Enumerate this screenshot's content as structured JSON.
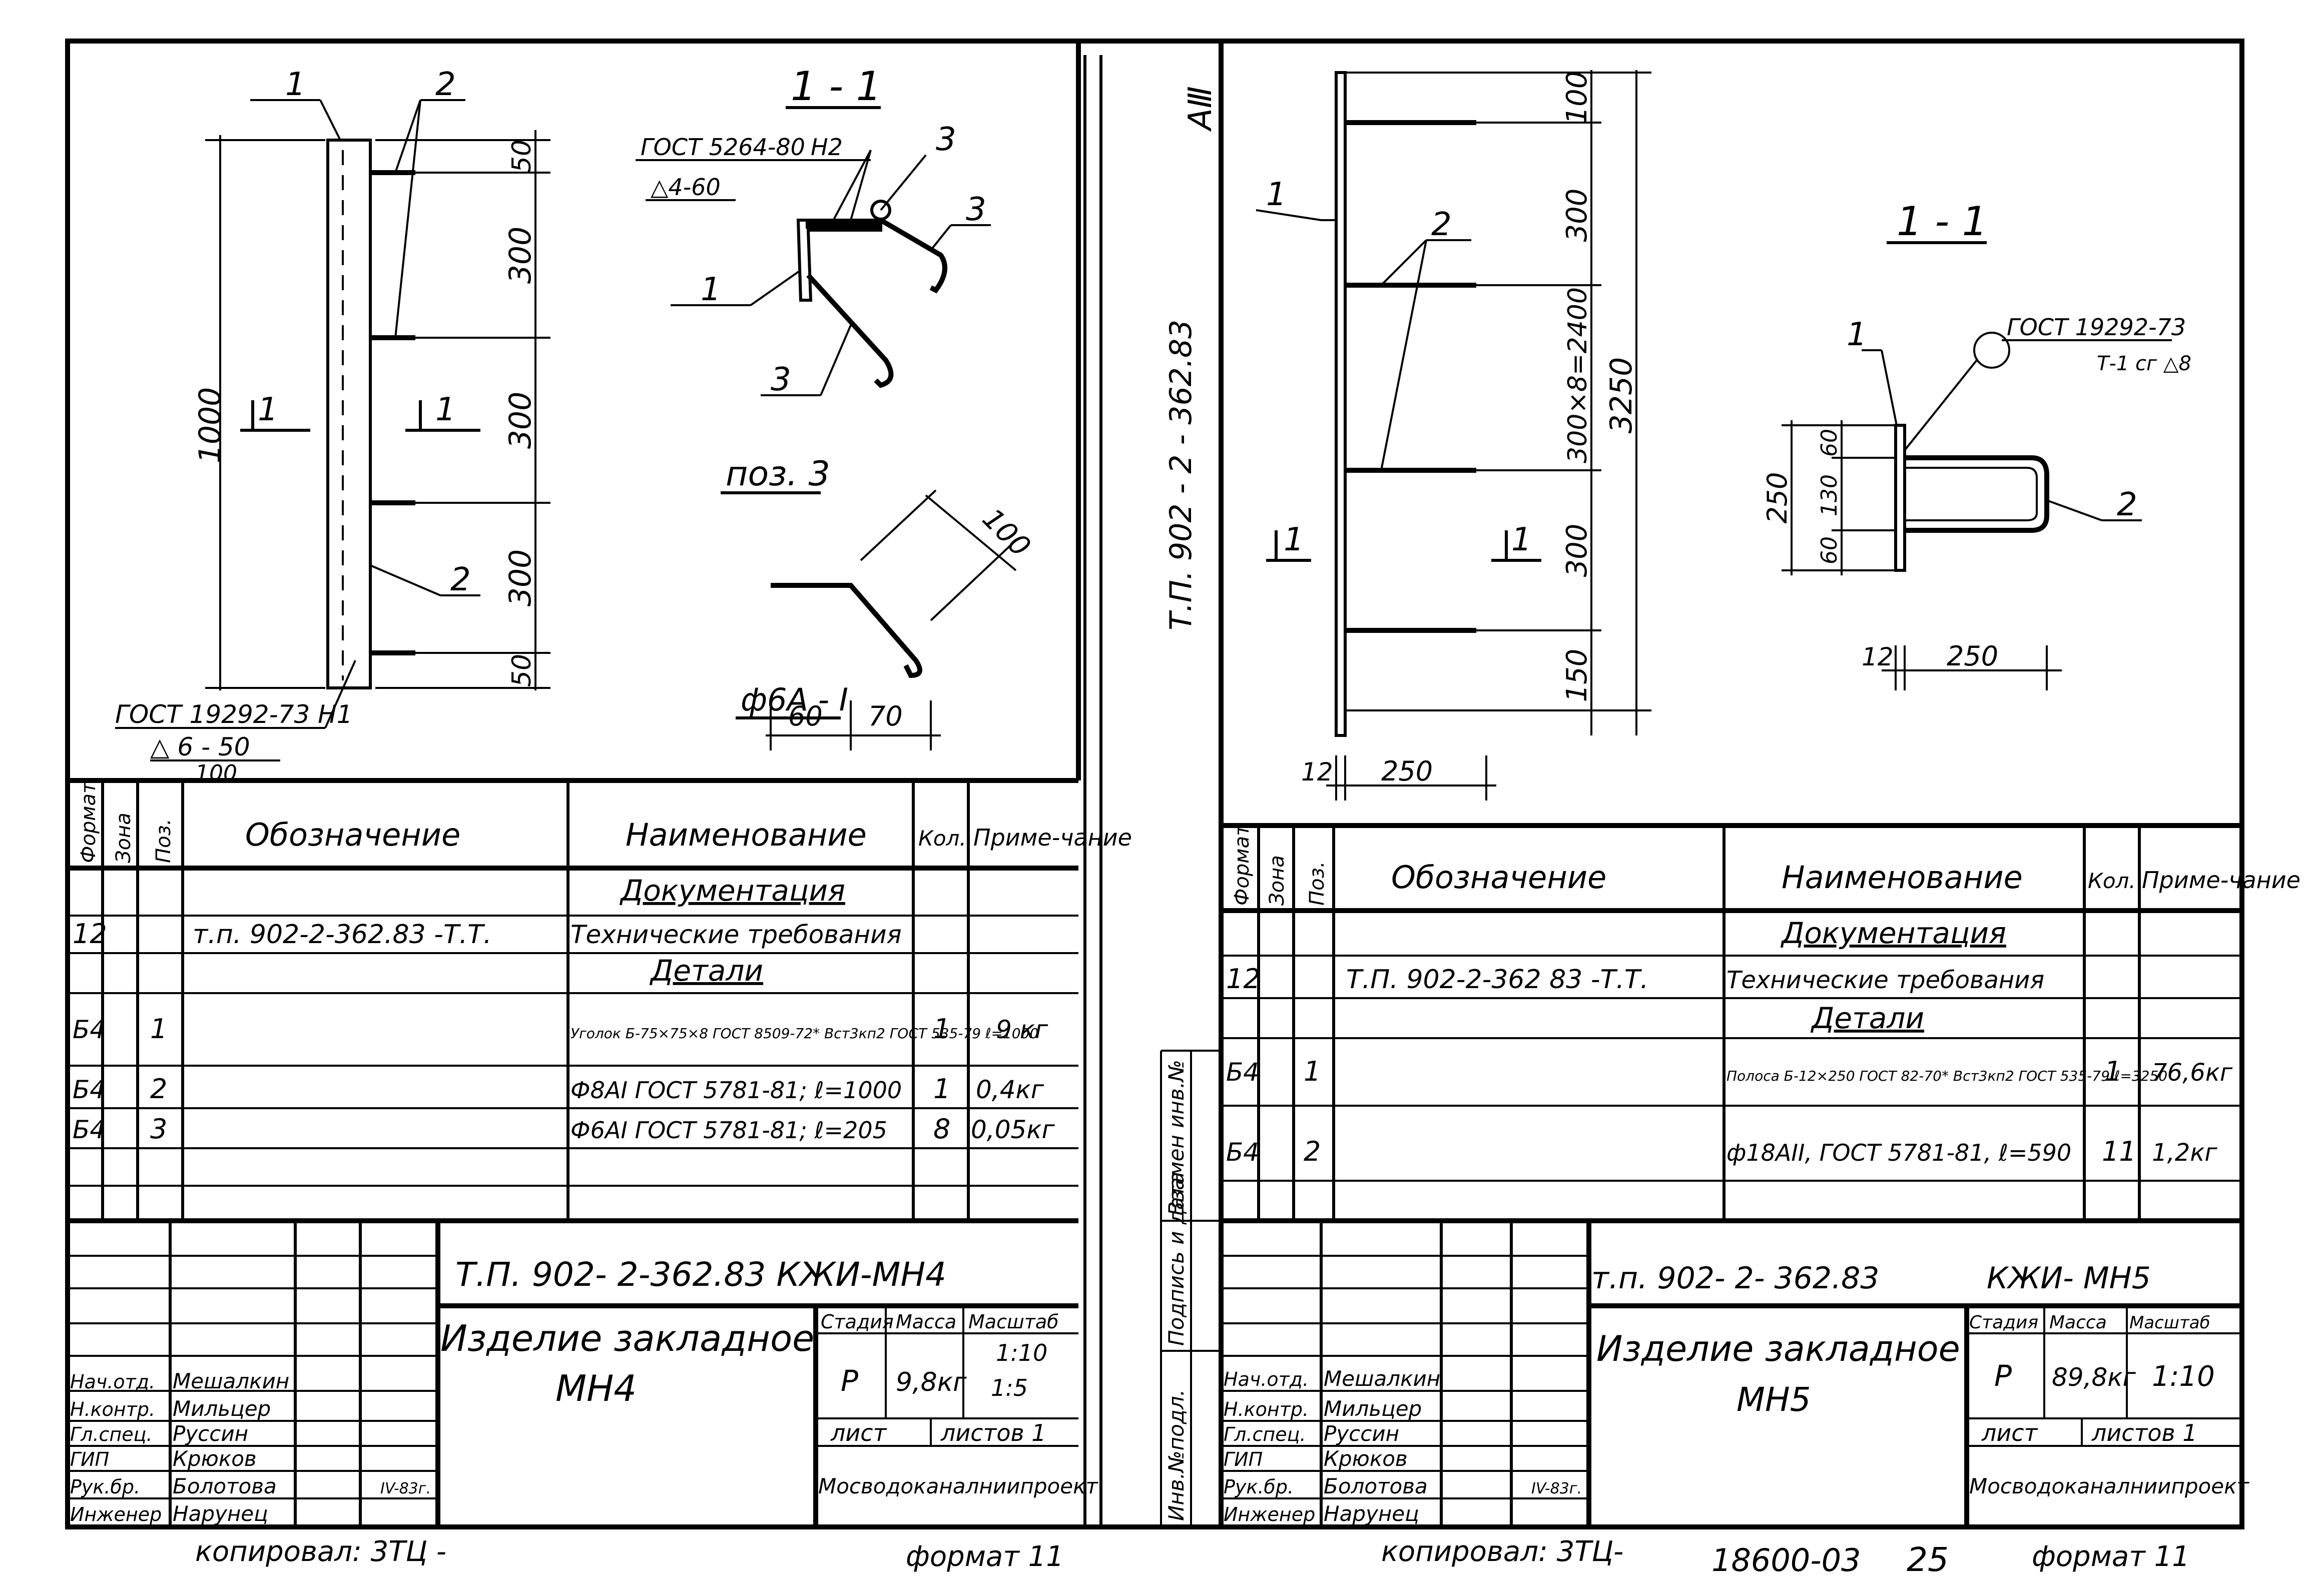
{
  "vertical_stamp": {
    "left_sheet_tag": "АⅢ",
    "doc_code_vertical": "Т.П. 902 - 2 - 362.83",
    "approval_cells": [
      "Инв.№подл.",
      "Подпись и дата",
      "Взамен инв.№"
    ]
  },
  "left_sheet": {
    "section_title": "1 - 1",
    "weld_note_top_std": "ГОСТ 5264-80",
    "weld_note_top_type": "Н2",
    "weld_note_top_size": "△4-60",
    "weld_note_bottom_std": "ГОСТ 19292-73 Н1",
    "weld_note_bottom_size": "△ 6 - 50",
    "weld_note_bottom_pitch": "100",
    "pos3_title": "поз. 3",
    "pos3_bar": "ф6А - I",
    "dims": {
      "overall": "1000",
      "d50a": "50",
      "d300a": "300",
      "d300b": "300",
      "d300c": "300",
      "d50b": "50",
      "pos3_len": "100",
      "pos3_a": "60",
      "pos3_b": "70"
    },
    "callouts": [
      "1",
      "2",
      "3",
      "1",
      "3",
      "2",
      "3"
    ],
    "section_marks": [
      "1",
      "1"
    ],
    "spec_headers": {
      "format": "Формат",
      "zone": "Зона",
      "pos": "Поз.",
      "designation": "Обозначение",
      "name": "Наименование",
      "qty": "Кол.",
      "note": "Приме-чание"
    },
    "spec_rows": [
      {
        "format": "",
        "zone": "",
        "pos": "",
        "designation": "",
        "name": "Документация",
        "qty": "",
        "note": ""
      },
      {
        "format": "12",
        "zone": "",
        "pos": "",
        "designation": "т.п. 902-2-362.83 -Т.Т.",
        "name": "Технические требования",
        "qty": "",
        "note": ""
      },
      {
        "format": "",
        "zone": "",
        "pos": "",
        "designation": "",
        "name": "Детали",
        "qty": "",
        "note": ""
      },
      {
        "format": "Б4",
        "zone": "",
        "pos": "1",
        "designation": "",
        "name": "Уголок Б-75×75×8 ГОСТ 8509-72* Вст3кп2 ГОСТ 535-79 ℓ=1000",
        "qty": "1",
        "note": "9 кг"
      },
      {
        "format": "Б4",
        "zone": "",
        "pos": "2",
        "designation": "",
        "name": "Ф8АI ГОСТ 5781-81; ℓ=1000",
        "qty": "1",
        "note": "0,4кг"
      },
      {
        "format": "Б4",
        "zone": "",
        "pos": "3",
        "designation": "",
        "name": "Ф6АI ГОСТ 5781-81; ℓ=205",
        "qty": "8",
        "note": "0,05кг"
      }
    ],
    "title_block": {
      "code": "Т.П. 902- 2-362.83  КЖИ-МН4",
      "product": "Изделие закладное",
      "mark": "МН4",
      "stage_label": "Стадия",
      "mass_label": "Масса",
      "scale_label": "Масштаб",
      "stage": "Р",
      "mass": "9,8кг",
      "scale1": "1:10",
      "scale2": "1:5",
      "sheet_label": "лист",
      "sheets_label": "листов 1",
      "org": "Мосводоканалниипроект",
      "people": [
        {
          "role": "Нач.отд.",
          "name": "Мешалкин"
        },
        {
          "role": "Н.контр.",
          "name": "Мильцер"
        },
        {
          "role": "Гл.спец.",
          "name": "Руссин"
        },
        {
          "role": "ГИП",
          "name": "Крюков"
        },
        {
          "role": "Рук.бр.",
          "name": "Болотова"
        },
        {
          "role": "Инженер",
          "name": "Нарунец"
        }
      ],
      "date": "IV-83г."
    }
  },
  "right_sheet": {
    "section_title": "1 - 1",
    "weld_note_std": "ГОСТ 19292-73",
    "weld_note_type": "Т-1 сг △8",
    "dims": {
      "d100": "100",
      "d300a": "300",
      "d300x8": "300×8=2400",
      "d300b": "300",
      "d150": "150",
      "overall": "3250",
      "d12a": "12",
      "d250a": "250",
      "d250v": "250",
      "d60a": "60",
      "d130": "130",
      "d60b": "60",
      "d12b": "12",
      "d250b": "250"
    },
    "callouts": [
      "1",
      "2",
      "1",
      "2"
    ],
    "section_marks": [
      "1",
      "1"
    ],
    "spec_headers": {
      "format": "Формат",
      "zone": "Зона",
      "pos": "Поз.",
      "designation": "Обозначение",
      "name": "Наименование",
      "qty": "Кол.",
      "note": "Приме-чание"
    },
    "spec_rows": [
      {
        "format": "",
        "zone": "",
        "pos": "",
        "designation": "",
        "name": "Документация",
        "qty": "",
        "note": ""
      },
      {
        "format": "12",
        "zone": "",
        "pos": "",
        "designation": "Т.П. 902-2-362 83 -Т.Т.",
        "name": "Технические требования",
        "qty": "",
        "note": ""
      },
      {
        "format": "",
        "zone": "",
        "pos": "",
        "designation": "",
        "name": "Детали",
        "qty": "",
        "note": ""
      },
      {
        "format": "Б4",
        "zone": "",
        "pos": "1",
        "designation": "",
        "name": "Полоса Б-12×250 ГОСТ 82-70* Вст3кп2 ГОСТ 535-79 ℓ=3250",
        "qty": "1",
        "note": "76,6кг"
      },
      {
        "format": "Б4",
        "zone": "",
        "pos": "2",
        "designation": "",
        "name": "ф18АII, ГОСТ 5781-81, ℓ=590",
        "qty": "11",
        "note": "1,2кг"
      }
    ],
    "title_block": {
      "code": "т.п. 902- 2- 362.83",
      "code2": "КЖИ- МН5",
      "product": "Изделие закладное",
      "mark": "МН5",
      "stage_label": "Стадия",
      "mass_label": "Масса",
      "scale_label": "Масштаб",
      "stage": "Р",
      "mass": "89,8кг",
      "scale1": "1:10",
      "sheet_label": "лист",
      "sheets_label": "листов 1",
      "org": "Мосводоканалниипроект",
      "people": [
        {
          "role": "Нач.отд.",
          "name": "Мешалкин"
        },
        {
          "role": "Н.контр.",
          "name": "Мильцер"
        },
        {
          "role": "Гл.спец.",
          "name": "Руссин"
        },
        {
          "role": "ГИП",
          "name": "Крюков"
        },
        {
          "role": "Рук.бр.",
          "name": "Болотова"
        },
        {
          "role": "Инженер",
          "name": "Нарунец"
        }
      ],
      "date": "IV-83г."
    }
  },
  "footer": {
    "copied_left": "копировал: 3ТЦ -",
    "format_left": "формат 11",
    "copied_right": "копировал: 3ТЦ-",
    "doc_number": "18600-03",
    "page": "25",
    "format_right": "формат 11"
  }
}
